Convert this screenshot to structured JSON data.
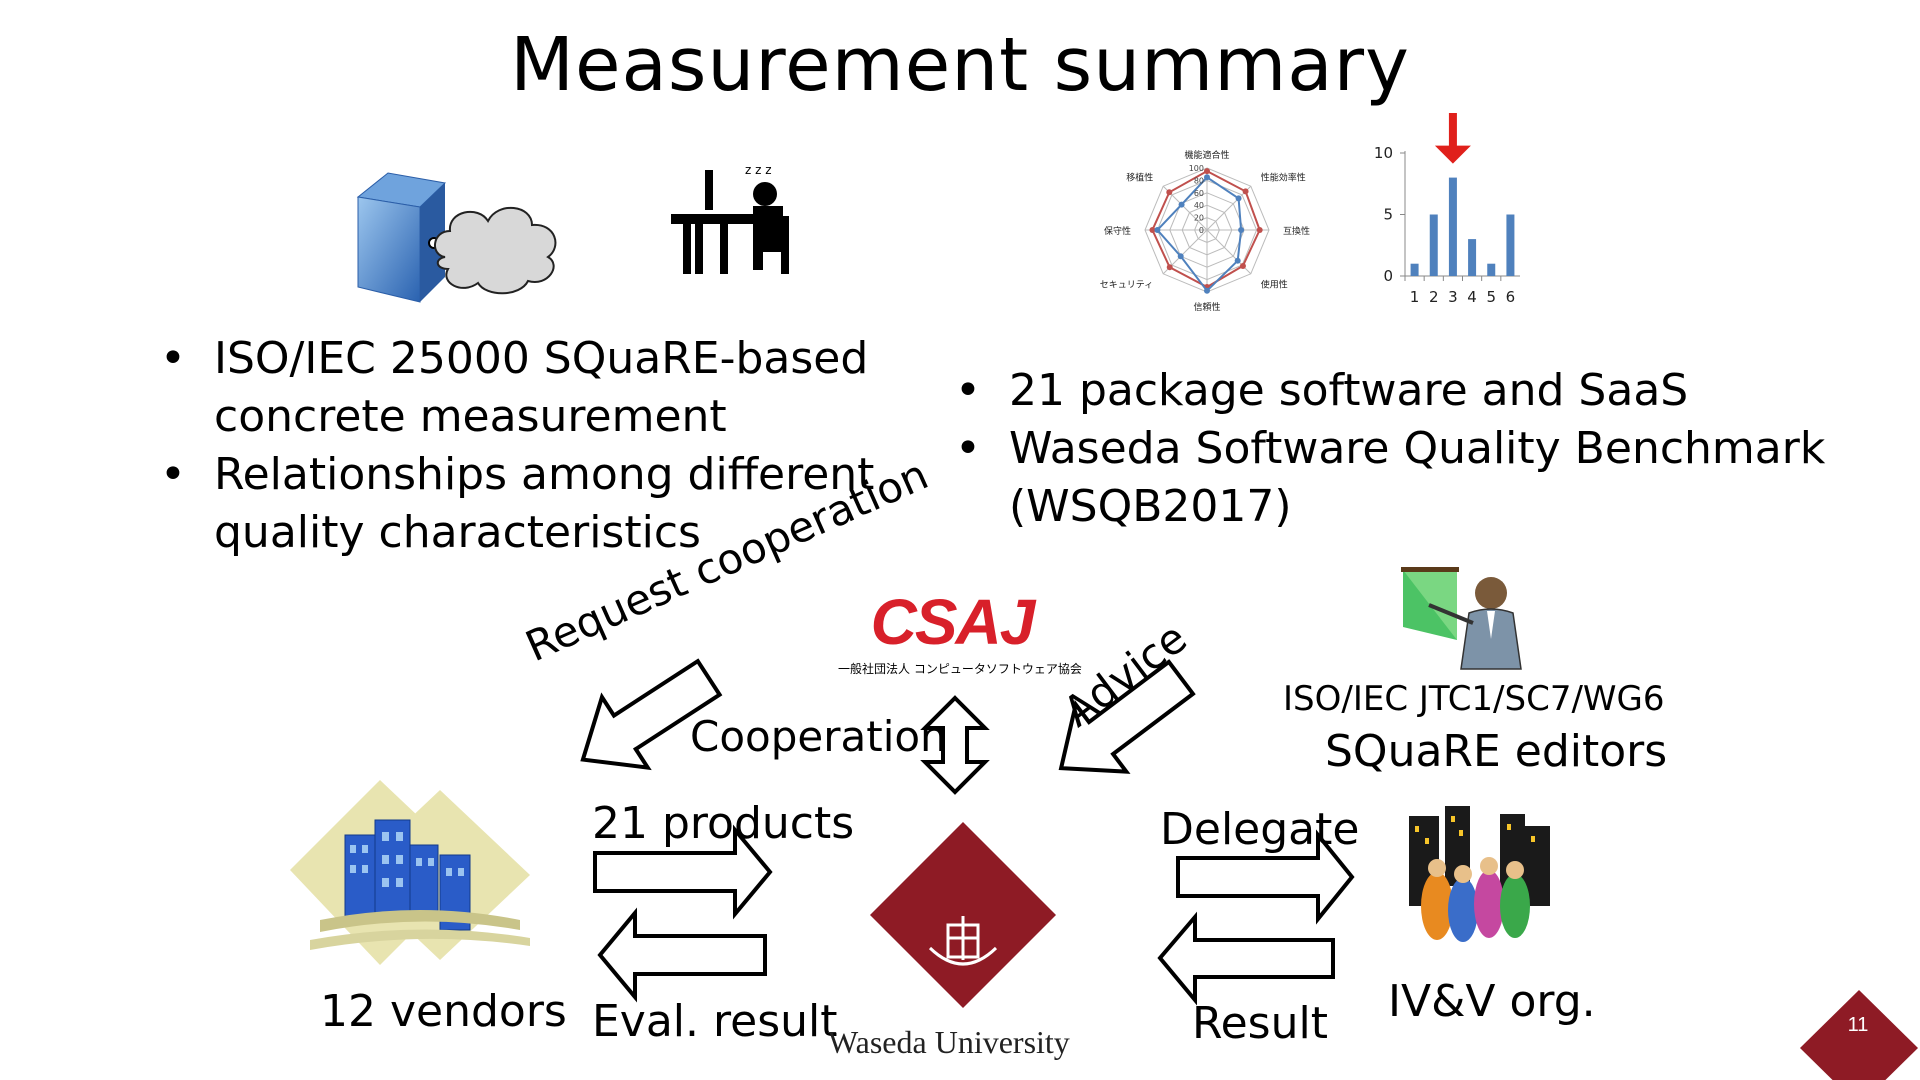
{
  "title": "Measurement summary",
  "left_bullets": [
    "ISO/IEC 25000 SQuaRE-based concrete measurement",
    "Relationships among different quality characteristics"
  ],
  "right_bullets": [
    "21 package software and SaaS",
    "Waseda Software Quality Benchmark (WSQB2017)"
  ],
  "radar_chart": {
    "axes": [
      "機能適合性",
      "性能効率性",
      "互換性",
      "使用性",
      "信頼性",
      "セキュリティ",
      "保守性",
      "移植性"
    ],
    "ticks": [
      "100",
      "80",
      "60",
      "40",
      "20",
      "0"
    ],
    "series": [
      {
        "color": "#c0504d",
        "values": [
          95,
          88,
          85,
          82,
          92,
          85,
          88,
          86
        ]
      },
      {
        "color": "#4f81bd",
        "values": [
          85,
          72,
          55,
          70,
          98,
          60,
          80,
          58
        ]
      }
    ],
    "max": 100
  },
  "chart_data": {
    "type": "bar",
    "categories": [
      "1",
      "2",
      "3",
      "4",
      "5",
      "6"
    ],
    "values": [
      1,
      5,
      8,
      3,
      1,
      5
    ],
    "yticks": [
      "0",
      "5",
      "10"
    ],
    "ylim": [
      0,
      10
    ],
    "highlight_category": "3",
    "bar_color": "#4f81bd",
    "arrow_color": "#e0201b"
  },
  "diagram": {
    "csaj_logo": "CSAJ",
    "csaj_subtitle": "一般社団法人 コンピュータソフトウェア協会",
    "request_label": "Request cooperation",
    "cooperation_label": "Cooperation",
    "advice_label": "Advice",
    "wg_label": "ISO/IEC JTC1/SC7/WG6",
    "editors_label": "SQuaRE editors",
    "products_label": "21 products",
    "eval_label": "Eval. result",
    "vendors_label": "12 vendors",
    "waseda_label": "Waseda University",
    "delegate_label": "Delegate",
    "result_label": "Result",
    "ivv_label": "IV&V org."
  },
  "page_number": "11",
  "colors": {
    "waseda": "#8e1b25",
    "csaj": "#d8202a"
  }
}
